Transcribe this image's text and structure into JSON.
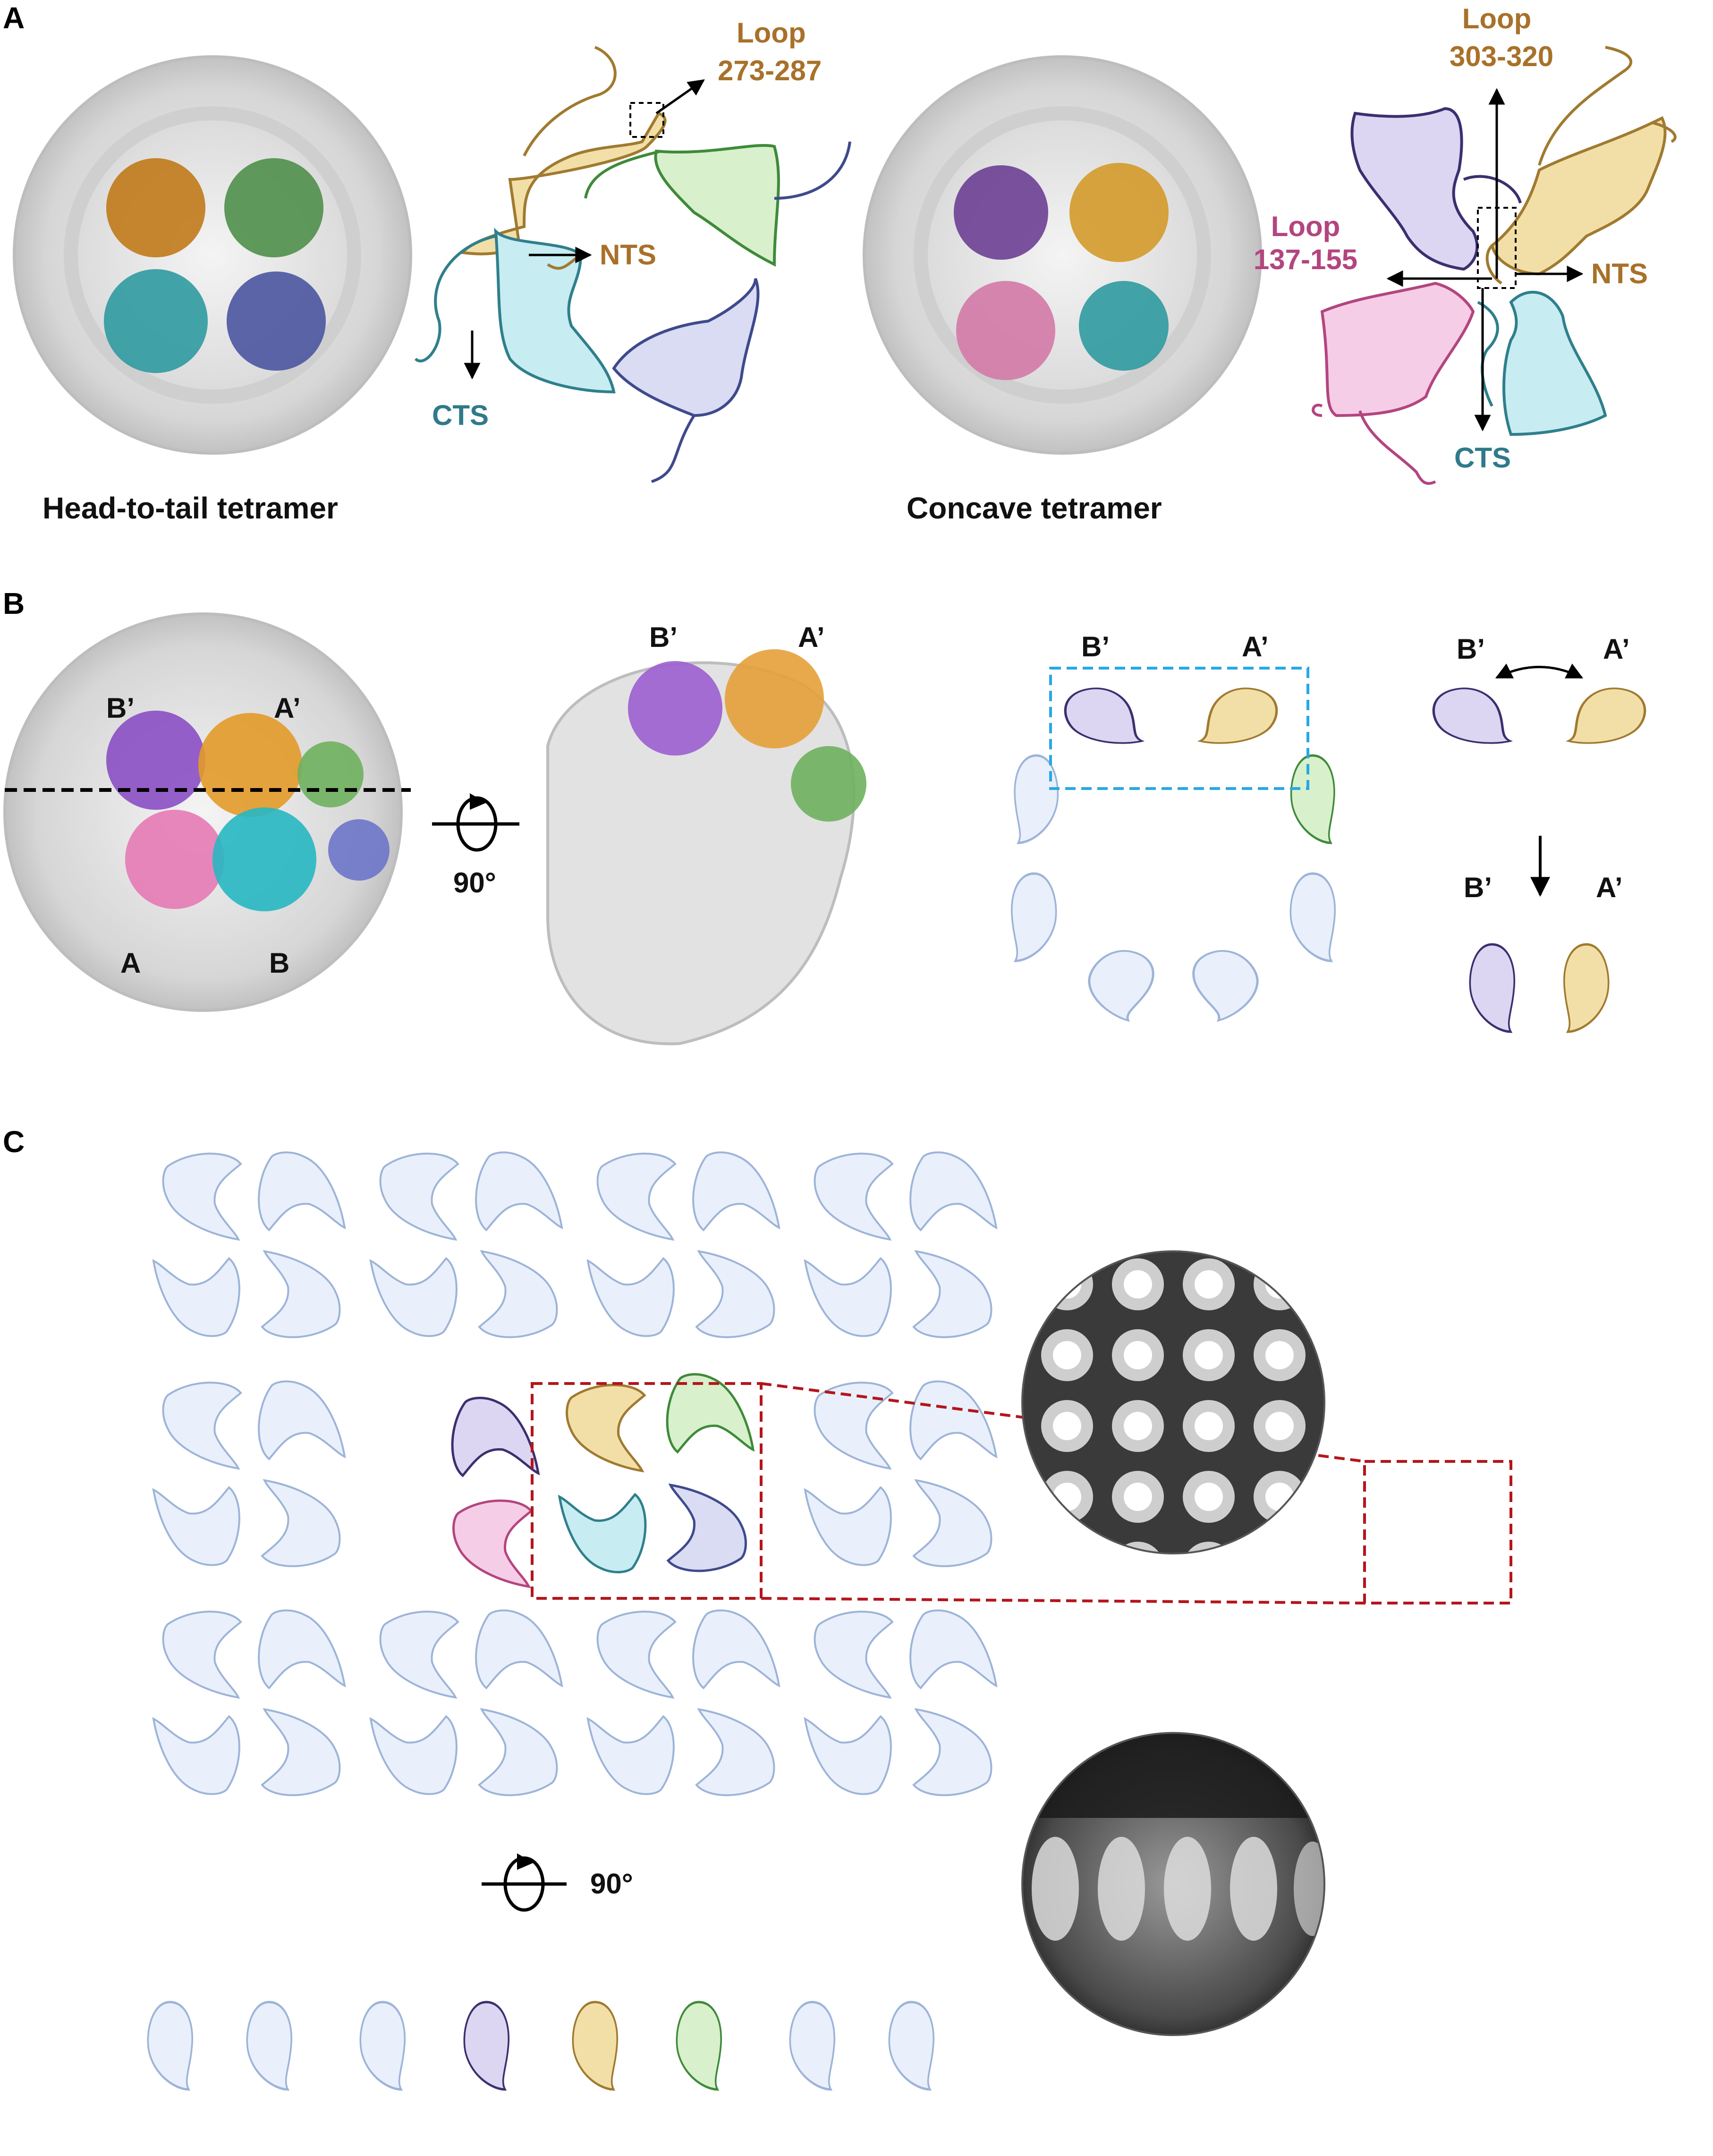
{
  "panels": {
    "A": {
      "label": "A",
      "caption_left": "Head-to-tail tetramer",
      "caption_right": "Concave tetramer",
      "left_schematic": {
        "loop_line1": "Loop",
        "loop_line2": "273-287",
        "nts": "NTS",
        "cts": "CTS"
      },
      "right_schematic": {
        "loop_top_line1": "Loop",
        "loop_top_line2": "303-320",
        "loop_left_line1": "Loop",
        "loop_left_line2": "137-155",
        "nts": "NTS",
        "cts": "CTS"
      }
    },
    "B": {
      "label": "B",
      "map_labels": {
        "b_prime": "B’",
        "a_prime": "A’",
        "a": "A",
        "b": "B"
      },
      "rotation": "90°",
      "side_labels": {
        "b_prime": "B’",
        "a_prime": "A’"
      },
      "schematic_labels": {
        "b_prime": "B’",
        "a_prime": "A’"
      },
      "pair_top": {
        "b_prime": "B’",
        "a_prime": "A’"
      },
      "pair_bottom": {
        "b_prime": "B’",
        "a_prime": "A’"
      }
    },
    "C": {
      "label": "C",
      "rotation": "90°"
    }
  },
  "colors": {
    "orange_fill": "#f2dfa8",
    "orange_stroke": "#a07a30",
    "orange_text": "#a8712a",
    "green_fill": "#d8f0cc",
    "green_stroke": "#3f8a3a",
    "cyan_fill": "#c7ecf2",
    "cyan_stroke": "#2f7f8c",
    "cyan_text": "#2f7a8a",
    "blue_fill": "#d9dcf3",
    "blue_stroke": "#3f4a8c",
    "purple_fill": "#dcd6f2",
    "purple_stroke": "#3c2f6e",
    "pink_fill": "#f6cde6",
    "pink_stroke": "#b3457f",
    "pink_text": "#b3457f",
    "pale_fill": "#e9f0fb",
    "pale_stroke": "#9db4d8",
    "red_dash": "#b3161c",
    "cyan_dash": "#27a9e1"
  }
}
